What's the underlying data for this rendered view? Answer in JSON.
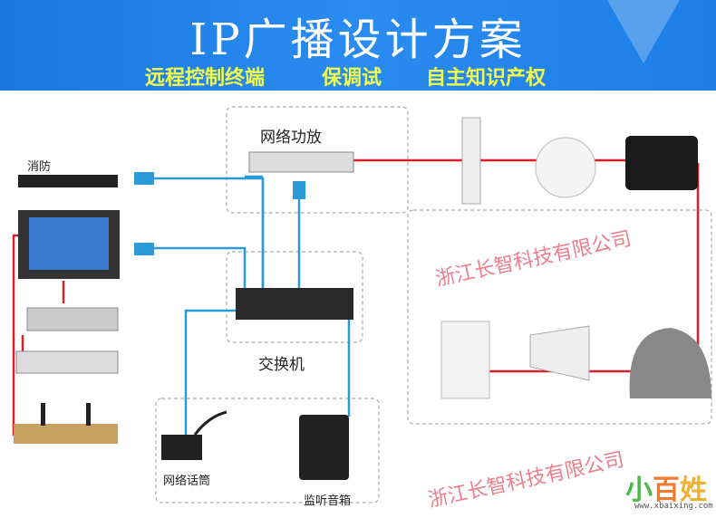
{
  "header": {
    "title": "IP广播设计方案",
    "subtitles": [
      "远程控制终端",
      "保调试",
      "自主知识产权"
    ]
  },
  "labels": {
    "fire": "消防",
    "amp": "网络功放",
    "switch": "交换机",
    "mic": "网络话筒",
    "monitor": "监听音箱"
  },
  "watermark": "浙江长智科技有限公司",
  "logo": {
    "chars": [
      "小",
      "百",
      "姓"
    ],
    "url": "www.xbaixing.com"
  },
  "colors": {
    "line_blue": "#2a9ad8",
    "line_red": "#d8202a"
  }
}
